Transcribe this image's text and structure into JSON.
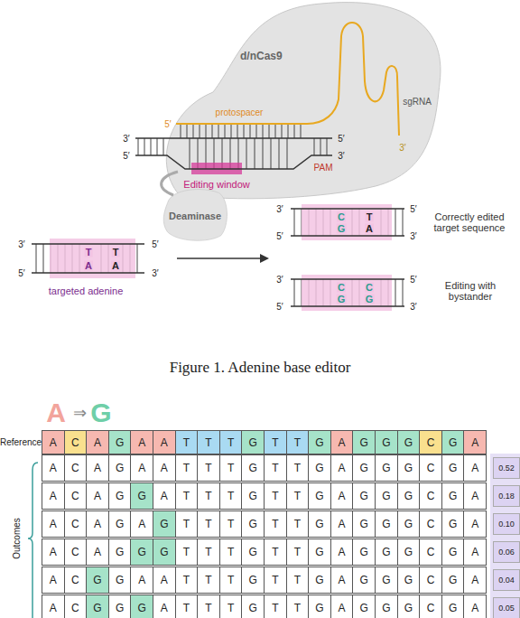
{
  "diagram": {
    "caption": "Figure 1. Adenine base editor",
    "nodes": [
      {
        "text": [
          "d/nCas9"
        ]
      },
      {
        "text": [
          "Deaminase"
        ]
      }
    ],
    "labels": [
      "sgRNA",
      "3′",
      "protospacer",
      "5′",
      "3′",
      "5′",
      "5′",
      "3′",
      "PAM",
      "Editing window",
      "3′",
      "5′",
      "5′",
      "3′",
      "T",
      "A",
      "T",
      "A",
      "targeted adenine",
      "3′",
      "5′",
      "5′",
      "3′",
      "C",
      "G",
      "T",
      "A",
      "Correctly edited target sequence",
      "3′",
      "5′",
      "5′",
      "3′",
      "C",
      "G",
      "C",
      "G",
      "Editing with bystander",
      "A",
      "⇒",
      "G",
      "Reference",
      "Outcomes",
      "A",
      "C",
      "A",
      "G",
      "A",
      "A",
      "T",
      "T",
      "T",
      "G",
      "T",
      "T",
      "G",
      "A",
      "G",
      "G",
      "G",
      "C",
      "G",
      "A",
      "A",
      "C",
      "A",
      "G",
      "A",
      "A",
      "T",
      "T",
      "T",
      "G",
      "T",
      "T",
      "G",
      "A",
      "G",
      "G",
      "G",
      "C",
      "G",
      "A",
      "A",
      "C",
      "A",
      "G",
      "G",
      "A",
      "T",
      "T",
      "T",
      "G",
      "T",
      "T",
      "G",
      "A",
      "G",
      "G",
      "G",
      "C",
      "G",
      "A",
      "A",
      "C",
      "A",
      "G",
      "A",
      "G",
      "T",
      "T",
      "T",
      "G",
      "T",
      "T",
      "G",
      "A",
      "G",
      "G",
      "G",
      "C",
      "G",
      "A",
      "A",
      "C",
      "A",
      "G",
      "G",
      "G",
      "T",
      "T",
      "T",
      "G",
      "T",
      "T",
      "G",
      "A",
      "G",
      "G",
      "G",
      "C",
      "G",
      "A",
      "A",
      "C",
      "G",
      "G",
      "A",
      "A",
      "T",
      "T",
      "T",
      "G",
      "T",
      "T",
      "G",
      "A",
      "G",
      "G",
      "G",
      "C",
      "G",
      "A",
      "A",
      "C",
      "G",
      "G",
      "G",
      "A",
      "T",
      "T",
      "T",
      "G",
      "T",
      "T",
      "G",
      "A",
      "G",
      "G",
      "G",
      "C",
      "G",
      "A",
      "0.52",
      "0.18",
      "0.10",
      "0.06",
      "0.04",
      "0.05"
    ]
  }
}
